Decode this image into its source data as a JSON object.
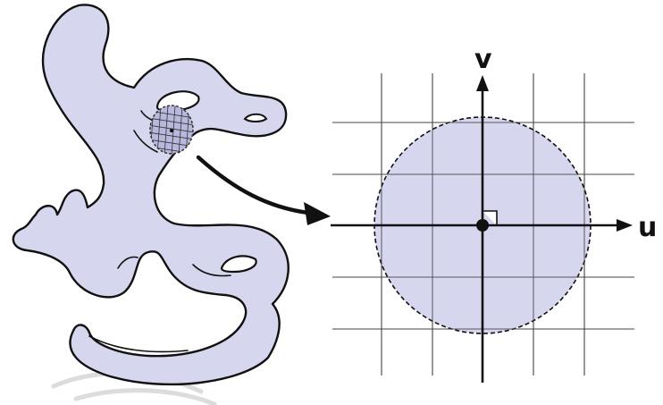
{
  "labels": {
    "u_axis": "u",
    "v_axis": "v"
  },
  "colors": {
    "surface_fill": "#d6d6ee",
    "patch_fill": "#d2d2ec",
    "ink": "#111111",
    "grid": "#444444",
    "shadow": "#d9d9d9"
  },
  "icons": {
    "mapping_arrow": "curved-arrow",
    "right_angle": "right-angle-marker"
  }
}
